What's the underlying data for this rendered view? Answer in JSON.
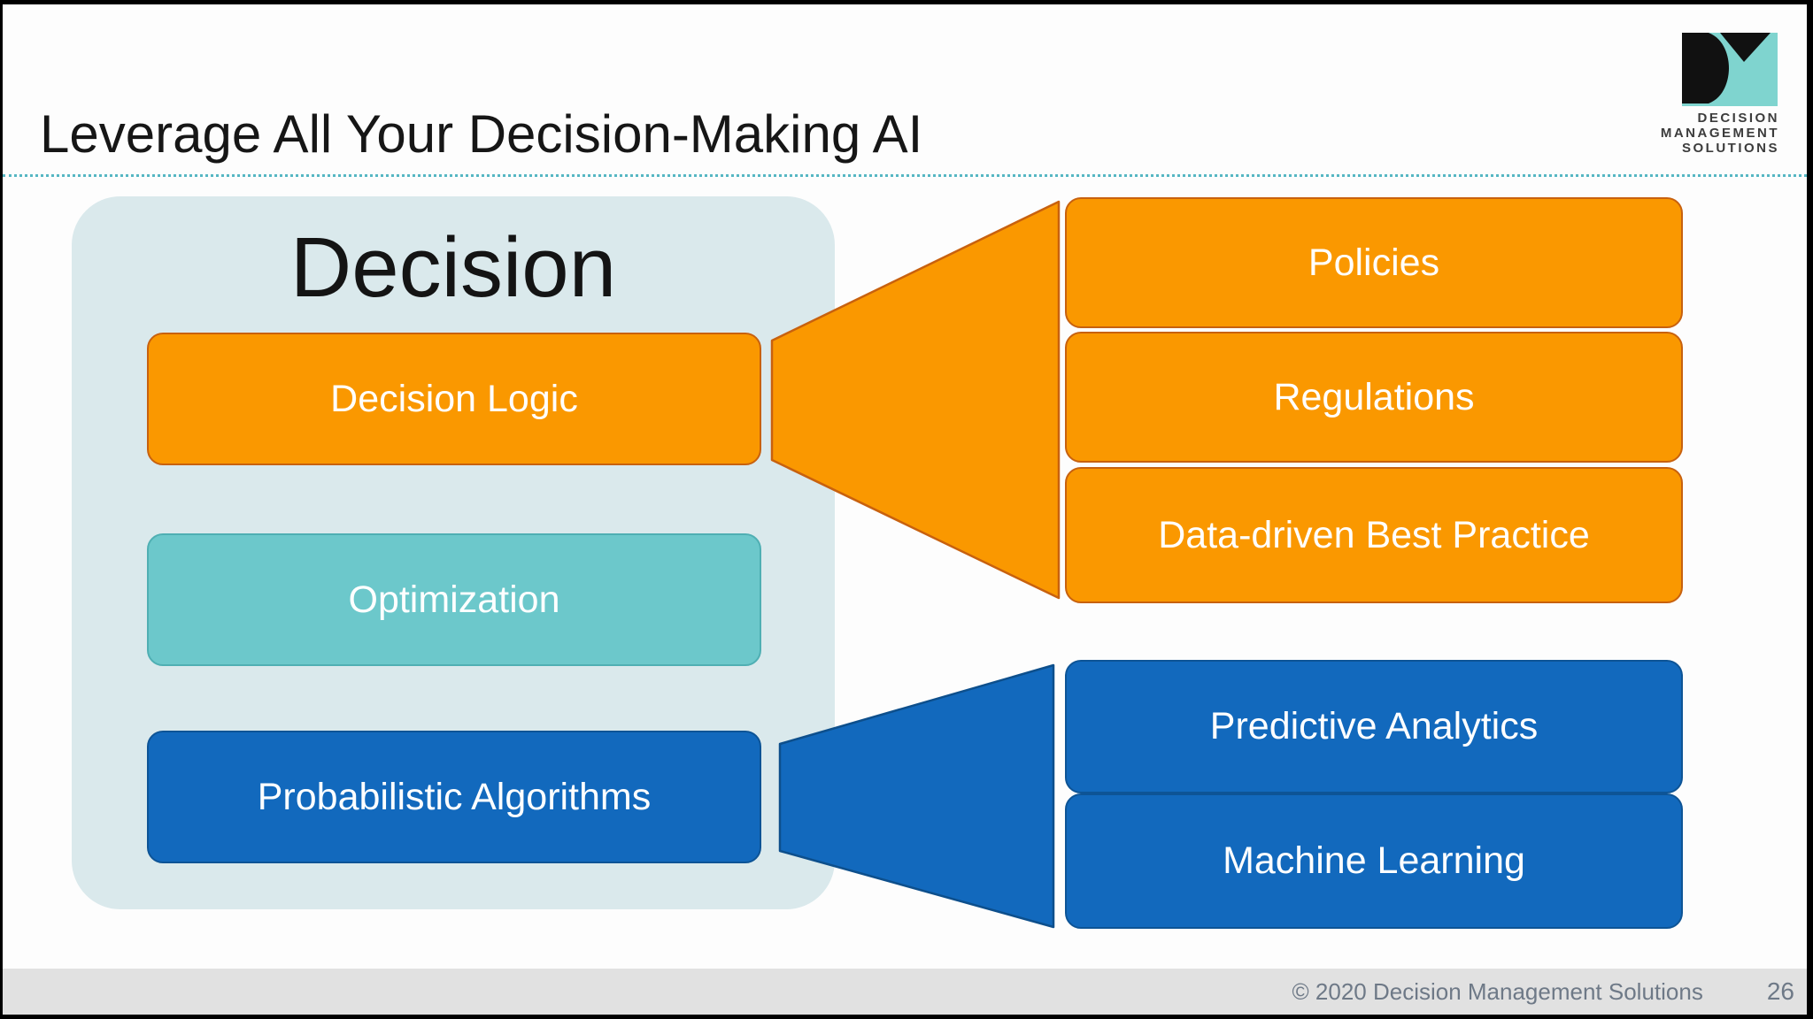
{
  "header": {
    "title": "Leverage All Your Decision-Making AI"
  },
  "logo": {
    "line1": "DECISION",
    "line2": "MANAGEMENT",
    "line3": "SOLUTIONS"
  },
  "diagram": {
    "decision": {
      "title": "Decision",
      "items": [
        "Decision Logic",
        "Optimization",
        "Probabilistic Algorithms"
      ]
    },
    "knowledge_sources": [
      "Policies",
      "Regulations",
      "Data-driven Best Practice"
    ],
    "analytics_sources": [
      "Predictive Analytics",
      "Machine Learning"
    ]
  },
  "footer": {
    "copyright": "© 2020 Decision Management Solutions",
    "page_number": "26"
  },
  "colors": {
    "orange": "#FA9800",
    "orange_border": "#C8610E",
    "blue": "#1269BD",
    "blue_border": "#0D4F8C",
    "teal_box": "#6CC8CB",
    "teal_box_border": "#4FAFB3",
    "container_bg": "#DAE9EC",
    "logo_teal": "#7FD4CF",
    "dotted_rule": "#56B7C3",
    "footer_bg": "#E1E1E1",
    "footer_text": "#6E7987",
    "title_text": "#161616"
  }
}
